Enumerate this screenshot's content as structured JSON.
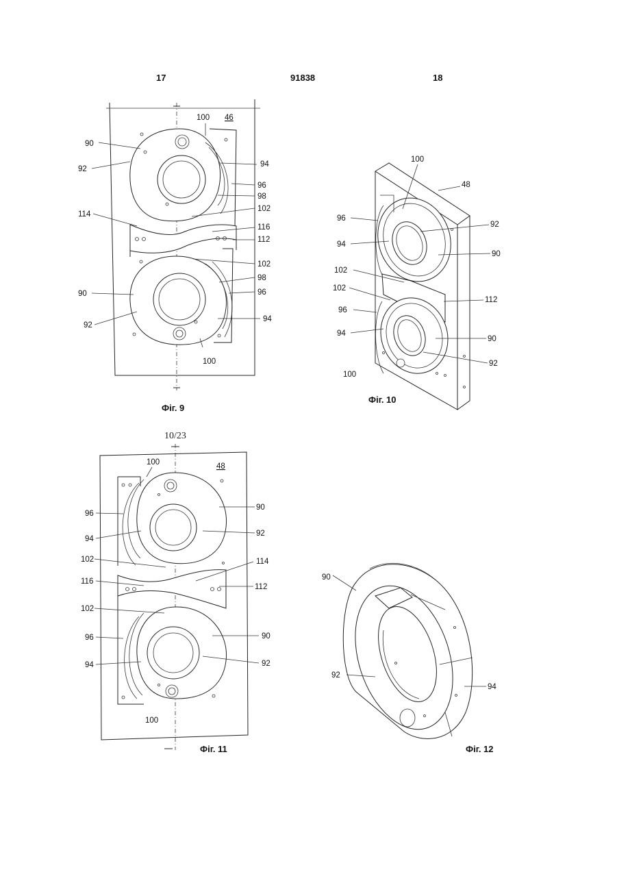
{
  "header": {
    "left_page": "17",
    "doc_number": "91838",
    "right_page": "18"
  },
  "fig9": {
    "caption": "Фiг. 9",
    "ref": "46",
    "labels": {
      "l100a": "100",
      "l90a": "90",
      "l92a": "92",
      "l94a": "94",
      "l96a": "96",
      "l98a": "98",
      "l102a": "102",
      "l114": "114",
      "l116": "116",
      "l112": "112",
      "l102b": "102",
      "l98b": "98",
      "l90b": "90",
      "l96b": "96",
      "l92b": "92",
      "l94b": "94",
      "l100b": "100"
    }
  },
  "fig10": {
    "caption": "Фiг. 10",
    "labels": {
      "l100a": "100",
      "l48": "48",
      "l96a": "96",
      "l92a": "92",
      "l94a": "94",
      "l90a": "90",
      "l102a": "102",
      "l102b": "102",
      "l112": "112",
      "l96b": "96",
      "l94b": "94",
      "l90b": "90",
      "l92b": "92",
      "l100b": "100"
    }
  },
  "fig11": {
    "caption": "Фiг. 11",
    "page_marker": "10/23",
    "ref": "48",
    "labels": {
      "l100a": "100",
      "l90a": "90",
      "l96a": "96",
      "l92a": "92",
      "l94a": "94",
      "l102a": "102",
      "l114": "114",
      "l116": "116",
      "l112": "112",
      "l102b": "102",
      "l96b": "96",
      "l90b": "90",
      "l94b": "94",
      "l92b": "92",
      "l100b": "100"
    }
  },
  "fig12": {
    "caption": "Фiг. 12",
    "labels": {
      "l90": "90",
      "l92": "92",
      "l94": "94"
    }
  }
}
